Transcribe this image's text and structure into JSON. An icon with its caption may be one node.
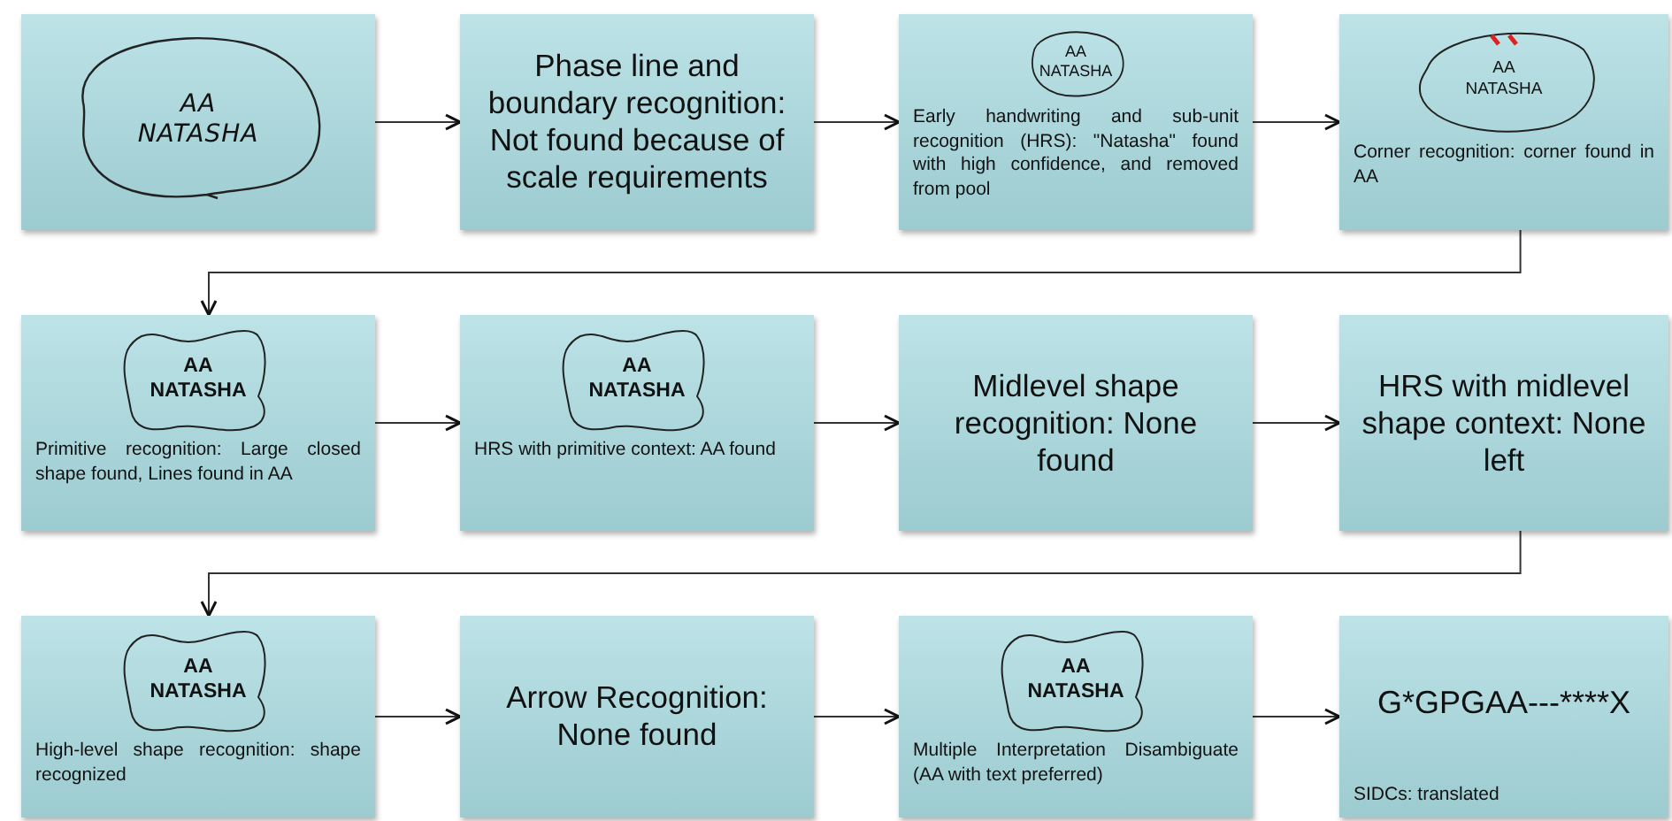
{
  "diagram": {
    "nodes": [
      {
        "text": [],
        "shape": "box"
      },
      {
        "text": [
          "AA NATASHA"
        ],
        "in": 0
      },
      {
        "text": [
          "Phase line and boundary recognition: Not found because of scale requirements"
        ]
      },
      {
        "text": [
          "Early handwriting and sub-unit recognition (HRS): \"Natasha\" found with high confidence, and removed from pool"
        ]
      },
      {
        "text": [
          "AA NATASHA"
        ],
        "in": 3
      },
      {
        "text": [
          "Corner recognition: corner found in AA"
        ]
      },
      {
        "text": [
          "AA NATASHA"
        ],
        "in": 5
      },
      {
        "text": [
          "Primitive recognition: Large closed shape found, Lines found in AA"
        ]
      },
      {
        "text": [
          "AA NATASHA"
        ],
        "in": 7
      },
      {
        "text": [
          "HRS with primitive context: AA found"
        ]
      },
      {
        "text": [
          "AA NATASHA"
        ],
        "in": 9
      },
      {
        "text": [
          "Midlevel shape recognition: None found"
        ]
      },
      {
        "text": [
          "HRS with midlevel shape context: None left"
        ]
      },
      {
        "text": [
          "High-level shape recognition: shape recognized"
        ]
      },
      {
        "text": [
          "AA NATASHA"
        ],
        "in": 13
      },
      {
        "text": [
          "Arrow Recognition: None found"
        ]
      },
      {
        "text": [
          "Multiple Interpretation Disambiguate (AA with text preferred)"
        ]
      },
      {
        "text": [
          "AA NATASHA"
        ],
        "in": 16
      },
      {
        "text": [
          "G*GPGAA---****X",
          "SIDCs: translated"
        ]
      }
    ],
    "edges": [
      {
        "from": 0,
        "to": 2,
        "arrow": "to"
      },
      {
        "from": 2,
        "to": 3,
        "arrow": "to"
      },
      {
        "from": 3,
        "to": 5,
        "arrow": "to"
      },
      {
        "from": 5,
        "to": 7,
        "arrow": "to"
      },
      {
        "from": 7,
        "to": 9,
        "arrow": "to"
      },
      {
        "from": 9,
        "to": 11,
        "arrow": "to"
      },
      {
        "from": 11,
        "to": 12,
        "arrow": "to"
      },
      {
        "from": 12,
        "to": 13,
        "arrow": "to"
      },
      {
        "from": 13,
        "to": 15,
        "arrow": "to"
      },
      {
        "from": 15,
        "to": 16,
        "arrow": "to"
      },
      {
        "from": 16,
        "to": 18,
        "arrow": "to"
      }
    ]
  }
}
